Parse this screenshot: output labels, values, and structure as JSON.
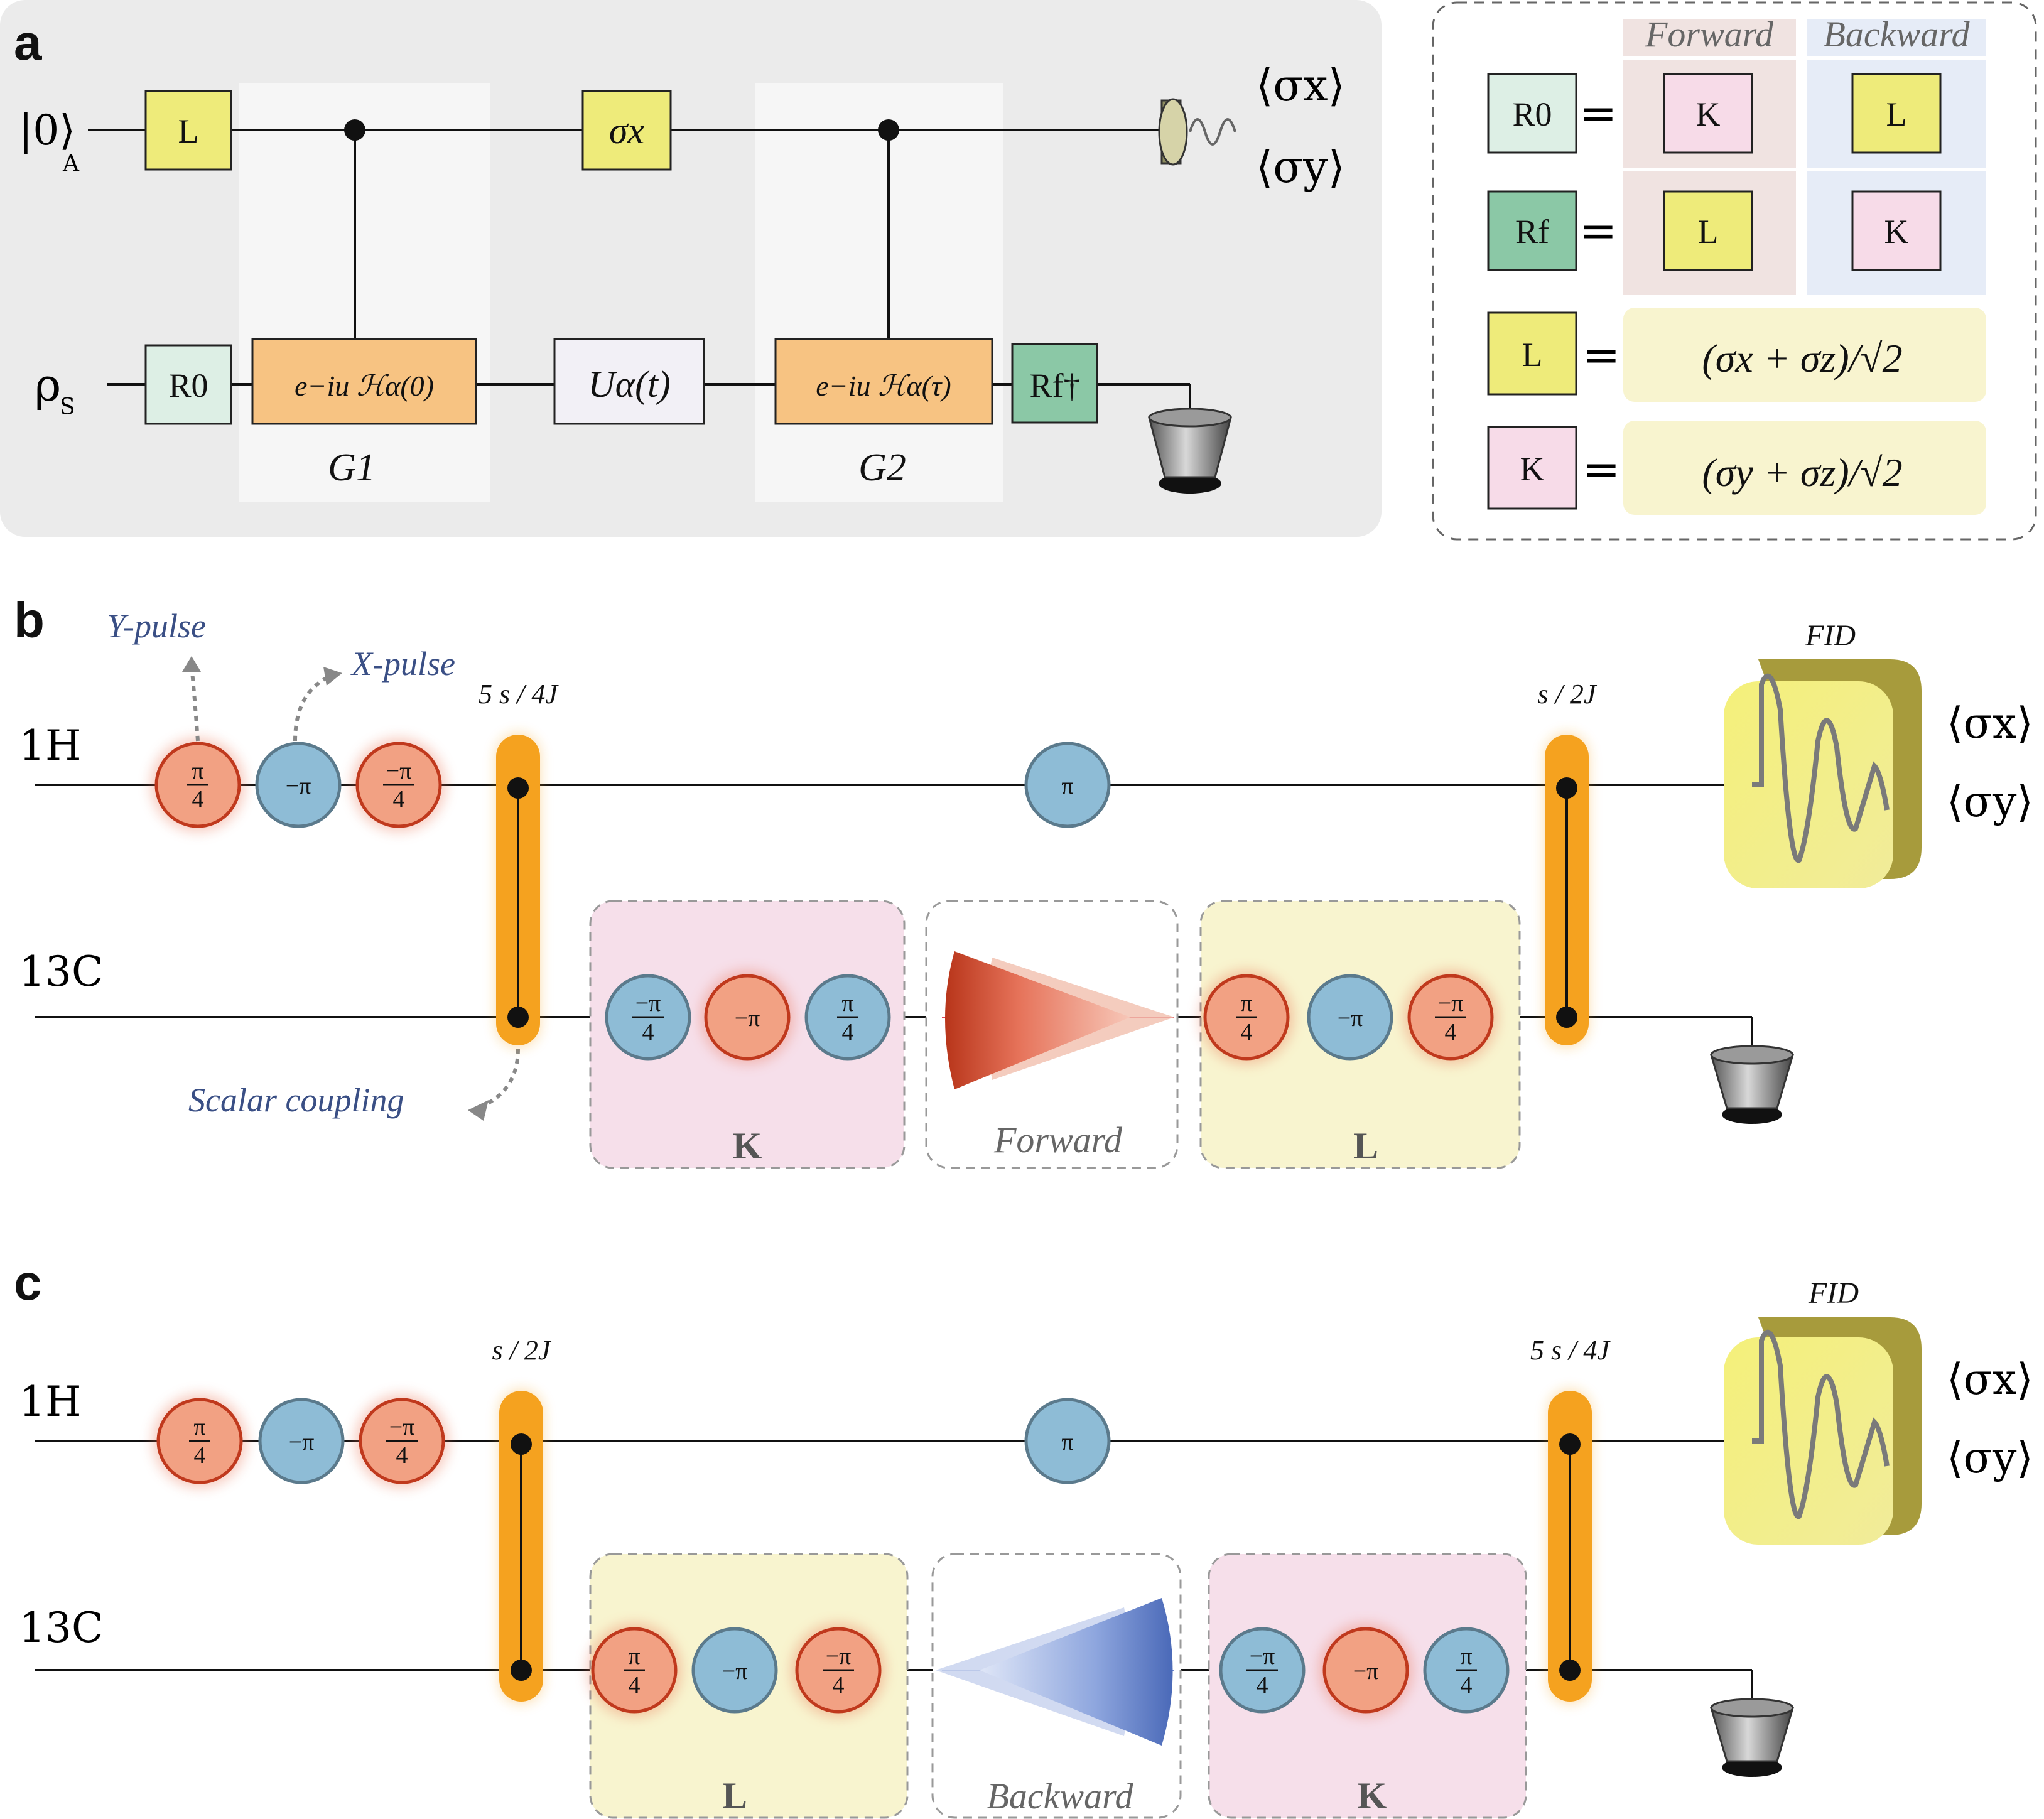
{
  "panel_labels": {
    "a": "a",
    "b": "b",
    "c": "c"
  },
  "panel_a": {
    "ancilla_label": "|0⟩",
    "ancilla_sub": "A",
    "system_label": "ρ",
    "system_sub": "S",
    "gate_L": "L",
    "gate_sigma_x": "σx",
    "gate_R0": "R0",
    "gate_U": "Uα(t)",
    "gate_exp1": "e−iu ℋα(0)",
    "gate_exp2": "e−iu ℋα(τ)",
    "gate_Rf_dag": "Rf†",
    "G1": "G1",
    "G2": "G2",
    "measure_x": "⟨σx⟩",
    "measure_y": "⟨σy⟩"
  },
  "legend": {
    "col_forward": "Forward",
    "col_backward": "Backward",
    "R0": "R0",
    "Rf": "Rf",
    "eq": "=",
    "K": "K",
    "L": "L",
    "L_def": "(σx + σz)/√2",
    "K_def": "(σy + σz)/√2"
  },
  "panel_b": {
    "H_label": "1H",
    "C_label": "13C",
    "y_pulse": "Y-pulse",
    "x_pulse": "X-pulse",
    "scalar_coupling": "Scalar coupling",
    "coupling1": "5 s / 4J",
    "coupling2": "s / 2J",
    "fid": "FID",
    "measure_x": "⟨σx⟩",
    "measure_y": "⟨σy⟩",
    "box_K": "K",
    "box_L": "L",
    "box_dir": "Forward",
    "pi": "π",
    "minus_pi": "−π"
  },
  "panel_c": {
    "H_label": "1H",
    "C_label": "13C",
    "coupling1": "s / 2J",
    "coupling2": "5 s / 4J",
    "fid": "FID",
    "measure_x": "⟨σx⟩",
    "measure_y": "⟨σy⟩",
    "box_L": "L",
    "box_K": "K",
    "box_dir": "Backward",
    "pi": "π",
    "minus_pi": "−π"
  },
  "colors": {
    "panel_a_bg": "#ebebeb",
    "gate_yellow": "#eeeb7a",
    "gate_orange": "#f7c382",
    "gate_mint": "#ddefe5",
    "gate_green": "#8bc8a6",
    "gate_lavender": "#f2f0f6",
    "gate_pink": "#f7dbe8",
    "pulse_red": "#f2a183",
    "pulse_blue": "#8ebcd6",
    "coupling_orange": "#f5a21f",
    "box_pink": "#f6dfea",
    "box_yellow": "#f8f4cf"
  }
}
